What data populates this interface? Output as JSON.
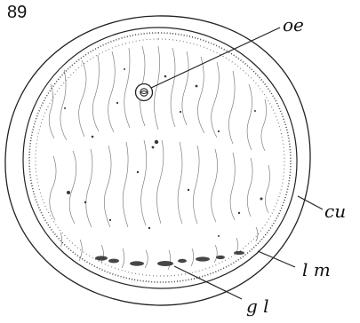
{
  "figure": {
    "number": "89"
  },
  "labels": {
    "oe": "oe",
    "cu": "cu",
    "lm": "l m",
    "gl": "g l"
  },
  "colors": {
    "ink": "#111111",
    "paper": "#ffffff"
  }
}
